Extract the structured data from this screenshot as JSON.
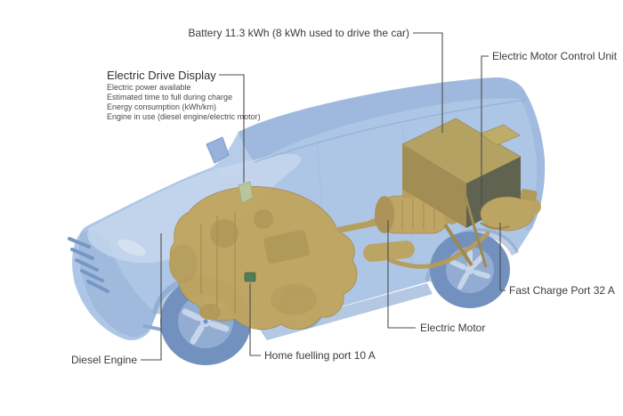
{
  "diagram": {
    "labels": {
      "battery": "Battery 11.3 kWh (8 kWh used to drive the car)",
      "control_unit": "Electric Motor Control Unit",
      "display_title": "Electric Drive Display",
      "display_lines": [
        "Electric power available",
        "Estimated time to full during charge",
        "Energy consumption (kWh/km)",
        "Engine in use (diesel engine/electric motor)"
      ],
      "diesel_engine": "Diesel Engine",
      "home_port": "Home fuelling port 10 A",
      "electric_motor": "Electric Motor",
      "fast_charge": "Fast Charge Port 32 A"
    },
    "colors": {
      "car_body": "#aec6e6",
      "car_shading": "#8fb0d8",
      "glass_band": "#9db7dd",
      "component_tan": "#c1a55e",
      "battery_dark_face": "#5c5e48",
      "display_unit_green": "#b9c596",
      "home_port_green": "#4e7a52",
      "leader_line": "#4d4d4d",
      "label_text": "#3b3b3b"
    }
  }
}
